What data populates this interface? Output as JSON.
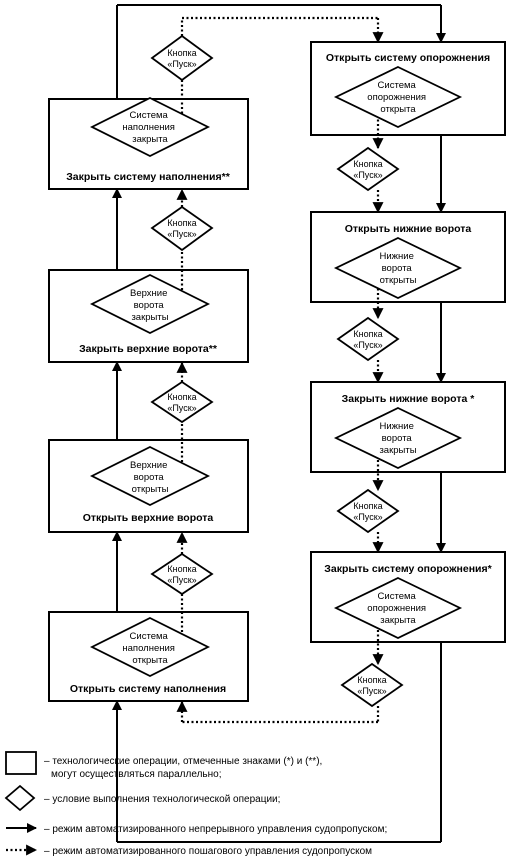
{
  "operations": {
    "close_fill": "Закрыть систему наполнения**",
    "close_upper": "Закрыть верхние ворота**",
    "open_upper": "Открыть верхние ворота",
    "open_fill": "Открыть систему наполнения",
    "open_drain": "Открыть систему опорожнения",
    "open_lower": "Открыть нижние ворота",
    "close_lower": "Закрыть нижние ворота *",
    "close_drain": "Закрыть систему опорожнения*"
  },
  "conditions": {
    "fill_closed": [
      "Система",
      "наполнения",
      "закрыта"
    ],
    "upper_closed": [
      "Верхние",
      "ворота",
      "закрыты"
    ],
    "upper_open": [
      "Верхние",
      "ворота",
      "открыты"
    ],
    "fill_open": [
      "Система",
      "наполнения",
      "открыта"
    ],
    "drain_open": [
      "Система",
      "опорожнения",
      "открыта"
    ],
    "lower_open": [
      "Нижние",
      "ворота",
      "открыты"
    ],
    "lower_closed": [
      "Нижние",
      "ворота",
      "закрыты"
    ],
    "drain_closed": [
      "Система",
      "опорожнения",
      "закрыта"
    ]
  },
  "button": [
    "Кнопка",
    "«Пуск»"
  ],
  "legend": {
    "rect_line1": "– технологические операции, отмеченные знаками (*) и (**),",
    "rect_line2": "могут осуществляться параллельно;",
    "diamond": "– условие выполнения технологической операции;",
    "solid": "– режим автоматизированного непрерывного управления судопропуском;",
    "dotted": "– режим автоматизированного пошагового управления судопропуском"
  }
}
